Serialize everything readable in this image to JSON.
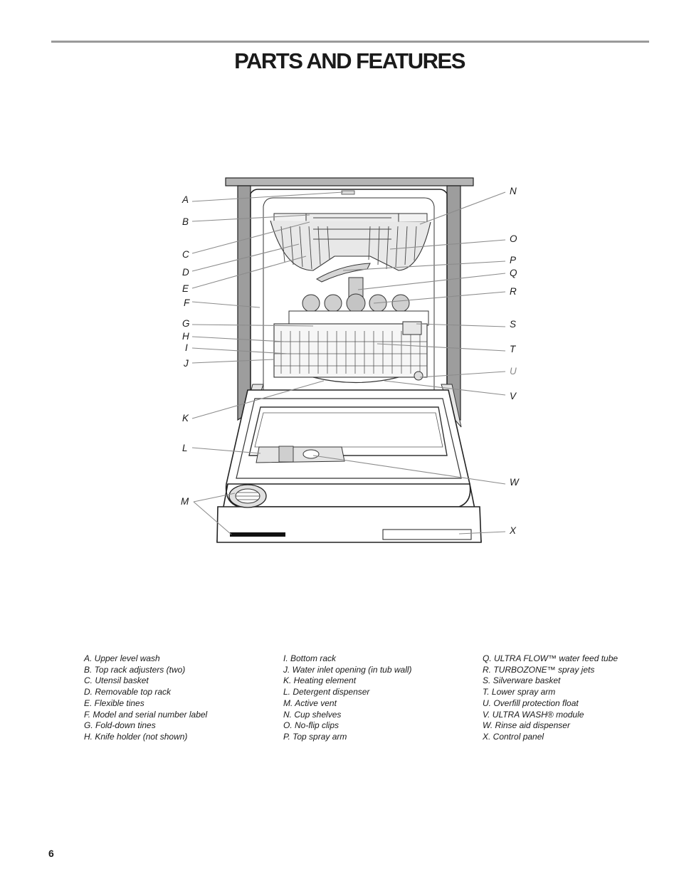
{
  "page": {
    "title": "PARTS AND FEATURES",
    "page_number": "6"
  },
  "callouts": {
    "left": [
      "A",
      "B",
      "C",
      "D",
      "E",
      "F",
      "G",
      "H",
      "I",
      "J",
      "K",
      "L",
      "M"
    ],
    "right": [
      "N",
      "O",
      "P",
      "Q",
      "R",
      "S",
      "T",
      "U",
      "V",
      "W",
      "X"
    ]
  },
  "parts_list": {
    "column1": [
      "A. Upper level wash",
      "B. Top rack adjusters (two)",
      "C. Utensil basket",
      "D. Removable top rack",
      "E. Flexible tines",
      "F. Model and serial number label",
      "G. Fold-down tines",
      "H. Knife holder (not shown)"
    ],
    "column2": [
      "I. Bottom rack",
      "J. Water inlet opening (in tub wall)",
      "K. Heating element",
      "L. Detergent dispenser",
      "M. Active vent",
      "N. Cup shelves",
      "O. No-flip clips",
      "P. Top spray arm"
    ],
    "column3": [
      "Q. ULTRA FLOW™ water feed tube",
      "R. TURBOZONE™ spray jets",
      "S. Silverware basket",
      "T. Lower spray arm",
      "U. Overfill protection float",
      "V. ULTRA WASH® module",
      "W. Rinse aid dispenser",
      "X. Control panel"
    ]
  }
}
